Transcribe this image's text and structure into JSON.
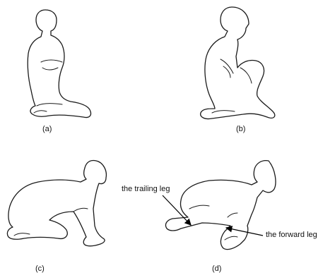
{
  "panels": [
    {
      "id": "a",
      "label": "(a)"
    },
    {
      "id": "b",
      "label": "(b)"
    },
    {
      "id": "c",
      "label": "(c)"
    },
    {
      "id": "d",
      "label": "(d)"
    }
  ],
  "annotations": {
    "trailing_leg": "the trailing leg",
    "forward_leg": "the forward leg"
  }
}
